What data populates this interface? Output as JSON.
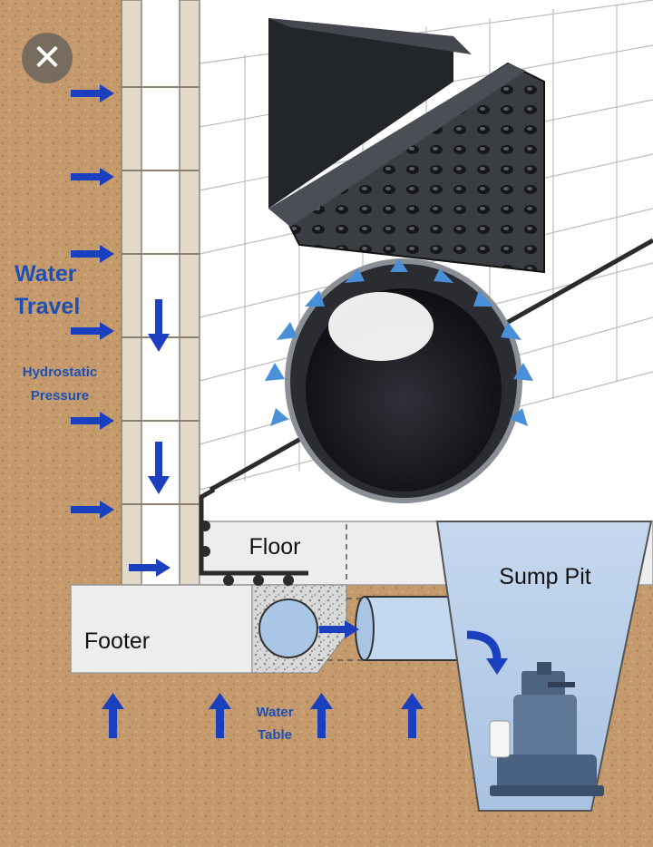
{
  "labels": {
    "water_travel_line1": "Water",
    "water_travel_line2": "Travel",
    "hydrostatic_line1": "Hydrostatic",
    "hydrostatic_line2": "Pressure",
    "floor": "Floor",
    "sump_pit": "Sump Pit",
    "footer": "Footer",
    "water_table_line1": "Water",
    "water_table_line2": "Table"
  },
  "close_button": {
    "glyph": "✕",
    "icon": "close-icon"
  },
  "colors": {
    "soil": "#c49a6c",
    "arrow_blue": "#1a3fbf",
    "label_blue": "#1e4fb5",
    "pit_fill": "#b9cfe9",
    "concrete": "#ededed",
    "flow_arrow": "#4a90d9"
  }
}
